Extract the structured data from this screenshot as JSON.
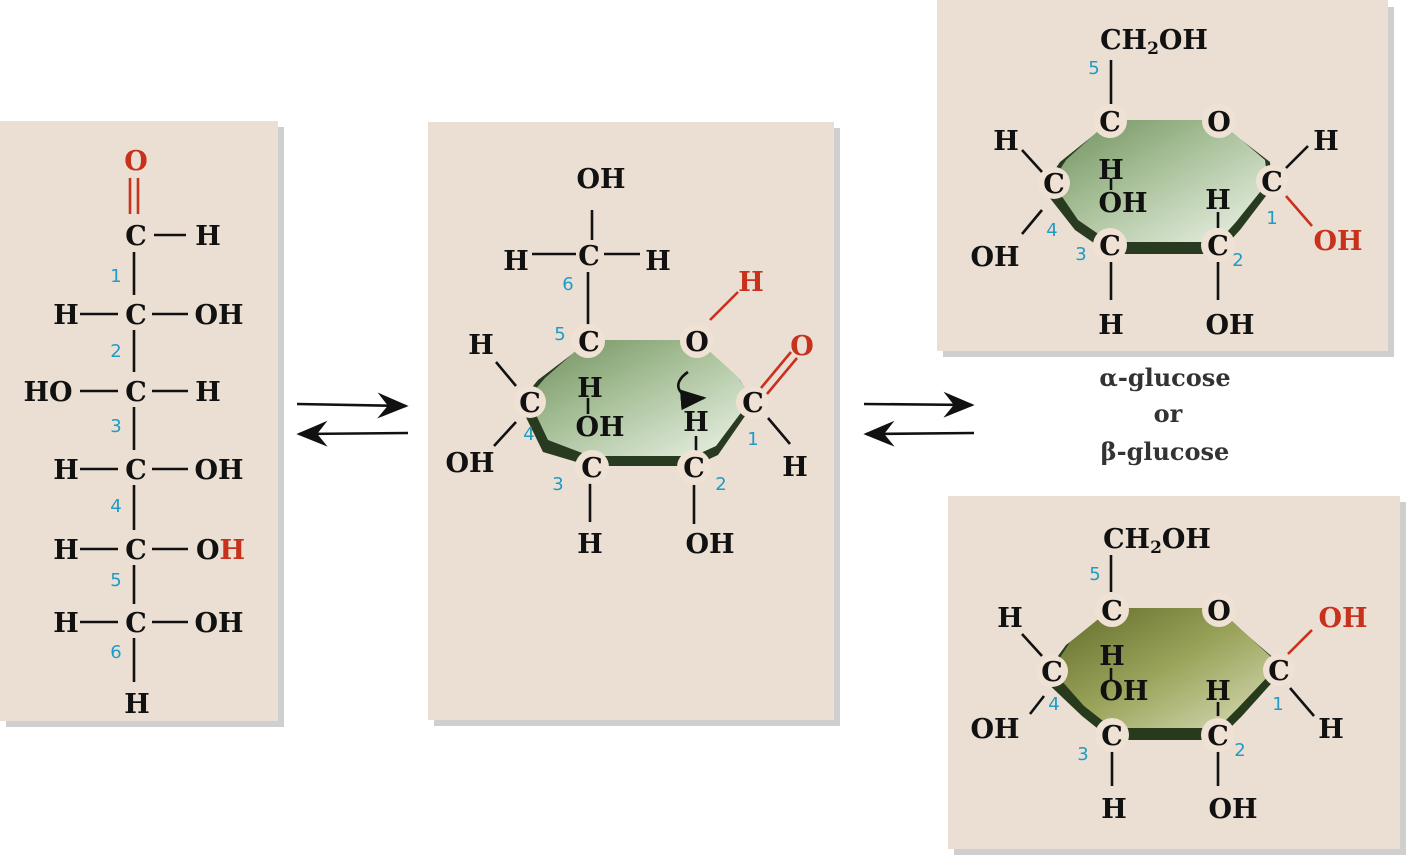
{
  "panels": {
    "open_chain": {
      "oxygen": "O",
      "carbons": [
        {
          "num": "1",
          "c": "C",
          "right": "H"
        },
        {
          "num": "2",
          "c": "C",
          "left": "H",
          "right": "OH"
        },
        {
          "num": "3",
          "c": "C",
          "left": "HO",
          "right": "H"
        },
        {
          "num": "4",
          "c": "C",
          "left": "H",
          "right": "OH"
        },
        {
          "num": "5",
          "c": "C",
          "left": "H",
          "right_o": "O",
          "right_h": "H"
        },
        {
          "num": "6",
          "c": "C",
          "left": "H",
          "right": "OH"
        }
      ],
      "bottom": "H"
    },
    "intermediate": {
      "top_oh": "OH",
      "c6": "C",
      "c6_left": "H",
      "c6_right": "H",
      "num6": "6",
      "c5": "C",
      "num5": "5",
      "ring_o": "O",
      "ring_o_h": "H",
      "c4": "C",
      "num4": "4",
      "c4_top": "H",
      "c4_bottom": "OH",
      "c5_down": "H",
      "c3_up": "OH",
      "c3": "C",
      "num3": "3",
      "c3_down": "H",
      "c2_up": "H",
      "c2": "C",
      "num2": "2",
      "c2_down": "OH",
      "c1": "C",
      "num1": "1",
      "c1_o": "O",
      "c1_h": "H"
    },
    "alpha": {
      "ch2oh_pre": "CH",
      "ch2oh_sub": "2",
      "ch2oh_post": "OH",
      "num5": "5",
      "c5": "C",
      "ring_o": "O",
      "c4": "C",
      "num4": "4",
      "c4_top": "H",
      "c4_bottom": "OH",
      "c5_down": "H",
      "c3_up": "OH",
      "c3": "C",
      "num3": "3",
      "c3_down": "H",
      "c2_up": "H",
      "c2": "C",
      "num2": "2",
      "c2_down": "OH",
      "c1": "C",
      "num1": "1",
      "c1_top": "H",
      "c1_bottom": "OH"
    },
    "beta": {
      "ch2oh_pre": "CH",
      "ch2oh_sub": "2",
      "ch2oh_post": "OH",
      "num5": "5",
      "c5": "C",
      "ring_o": "O",
      "c4": "C",
      "num4": "4",
      "c4_top": "H",
      "c4_bottom": "OH",
      "c5_down": "H",
      "c3_up": "OH",
      "c3": "C",
      "num3": "3",
      "c3_down": "H",
      "c2_up": "H",
      "c2": "C",
      "num2": "2",
      "c2_down": "OH",
      "c1": "C",
      "num1": "1",
      "c1_top": "OH",
      "c1_bottom": "H"
    }
  },
  "caption": {
    "line1": "α-glucose",
    "line2": "or",
    "line3": "β-glucose"
  },
  "colors": {
    "panel": "#ebdfd3",
    "highlight": "#c8311c",
    "number": "#1e9bc6",
    "ring_light": "#e6f0de",
    "ring_dark": "#7f9a68",
    "ring_olive": "#6e7a30"
  }
}
